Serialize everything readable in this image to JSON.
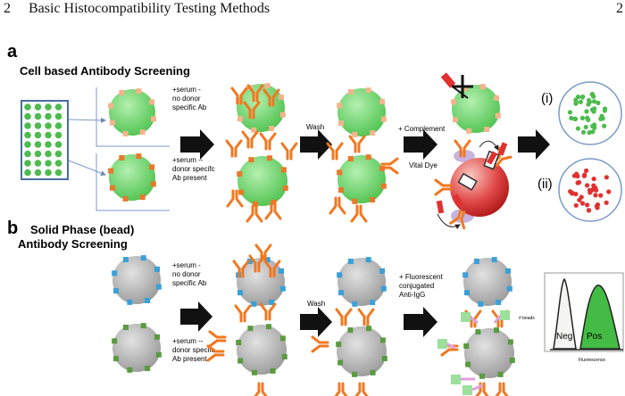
{
  "header": {
    "page_number": "2",
    "running_title": "Basic Histocompatibility Testing Methods",
    "next_page_number": "2"
  },
  "panel_a": {
    "letter": "a",
    "title": "Cell based Antibody Screening",
    "serum_top": [
      "+serum -",
      "no donor",
      "specific Ab"
    ],
    "serum_bottom": [
      "+serum --",
      "donor specifc",
      "Ab present"
    ],
    "wash": "Wash",
    "complement": "+ Complement",
    "vital_dye": "Vital Dye",
    "result_i": "(i)",
    "result_ii": "(ii)"
  },
  "panel_b": {
    "letter": "b",
    "title_line1": "Solid Phase (bead)",
    "title_line2": "Antibody Screening",
    "serum_top": [
      "+serum -",
      "no donor",
      "specific Ab"
    ],
    "serum_bottom": [
      "+serum --",
      "donor specifc",
      "Ab present"
    ],
    "wash": "Wash",
    "fluor": [
      "+ Fluorescent",
      "conjugated",
      "Anti-IgG"
    ],
    "beads_axis": "# beads",
    "fluor_axis": "Fluorescence",
    "neg": "Neg",
    "pos": "Pos"
  },
  "colors": {
    "cell_green": "#66cc66",
    "bead_grey": "#b4b4b4",
    "antibody_orange": "#f07820",
    "dead_red": "#e03030",
    "well_green": "#4dbb4d",
    "plate_blue": "#4a6fa0",
    "epitope_peach": "#f4b48c",
    "epitope_orange": "#e8782a",
    "epitope_blue": "#3aa0d8",
    "epitope_green": "#5a9a40",
    "fluor_green": "#9be09b",
    "fluor_pink": "#e0a0e0",
    "pos_fill": "#44bb44"
  }
}
